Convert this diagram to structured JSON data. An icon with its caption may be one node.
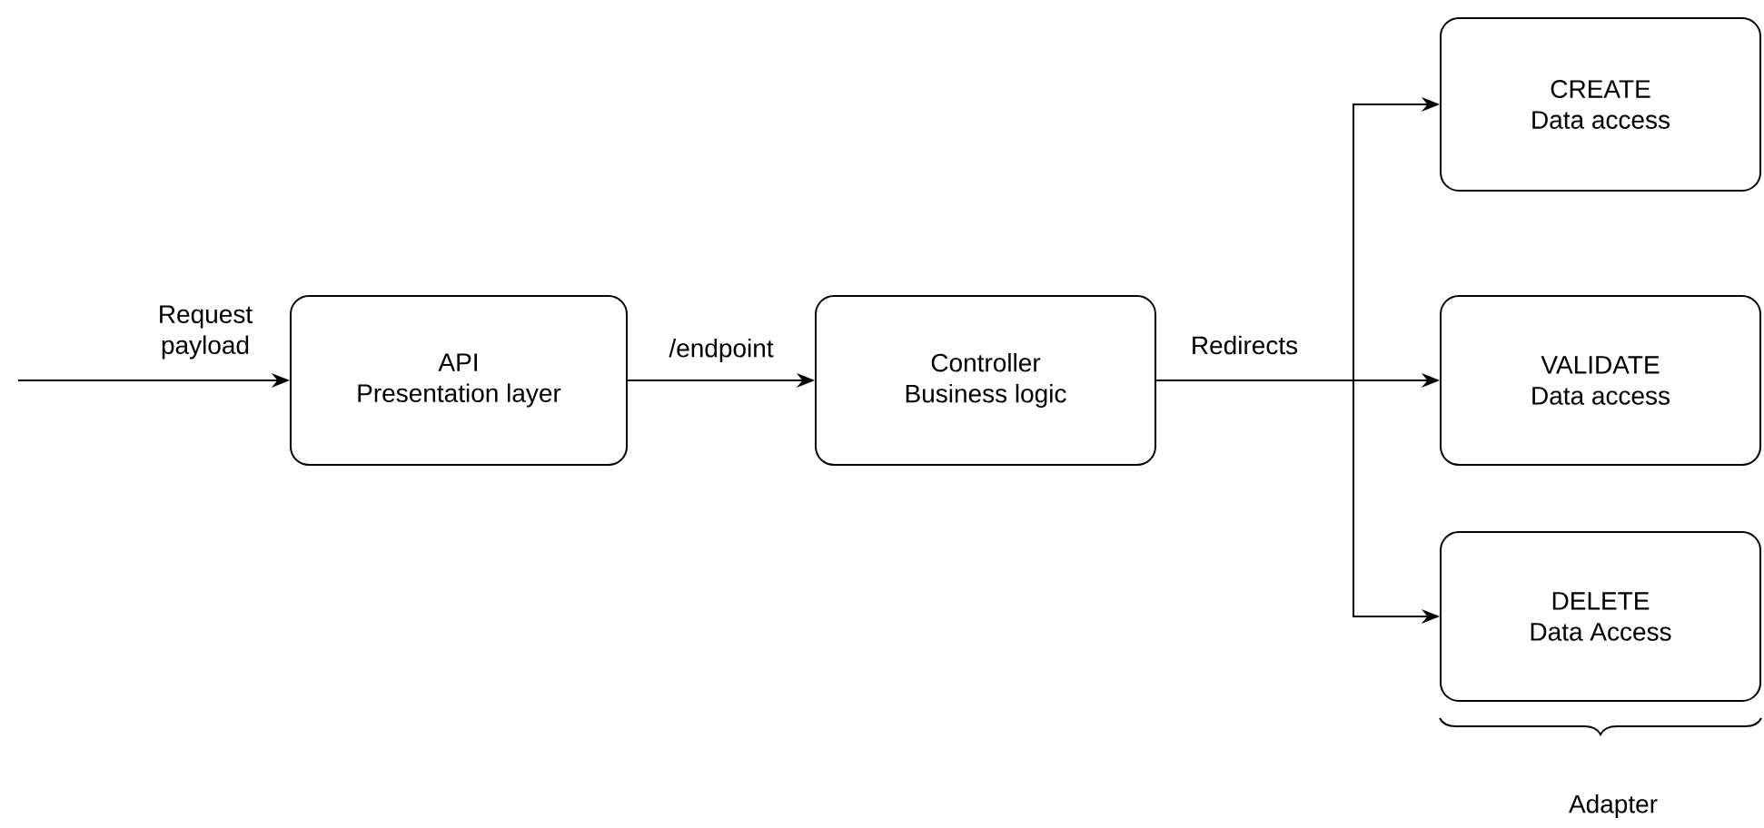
{
  "diagram": {
    "nodes": [
      {
        "text": [
          "API",
          "Presentation layer"
        ]
      },
      {
        "text": [
          "Controller",
          "Business logic"
        ]
      },
      {
        "text": [
          "CREATE",
          "Data access"
        ]
      },
      {
        "text": [
          "VALIDATE",
          "Data access"
        ]
      },
      {
        "text": [
          "DELETE",
          "Data Access"
        ]
      }
    ],
    "edges": [
      {
        "from": null,
        "to": 0,
        "arrow": "to",
        "label": "Request payload"
      },
      {
        "from": 0,
        "to": 1,
        "arrow": "to",
        "label": "/endpoint"
      },
      {
        "from": 1,
        "to": 2,
        "arrow": "to"
      },
      {
        "from": 1,
        "to": 3,
        "arrow": "to",
        "label": "Redirects"
      },
      {
        "from": 1,
        "to": 4,
        "arrow": "to"
      }
    ],
    "labels": [
      "Adapter"
    ]
  }
}
